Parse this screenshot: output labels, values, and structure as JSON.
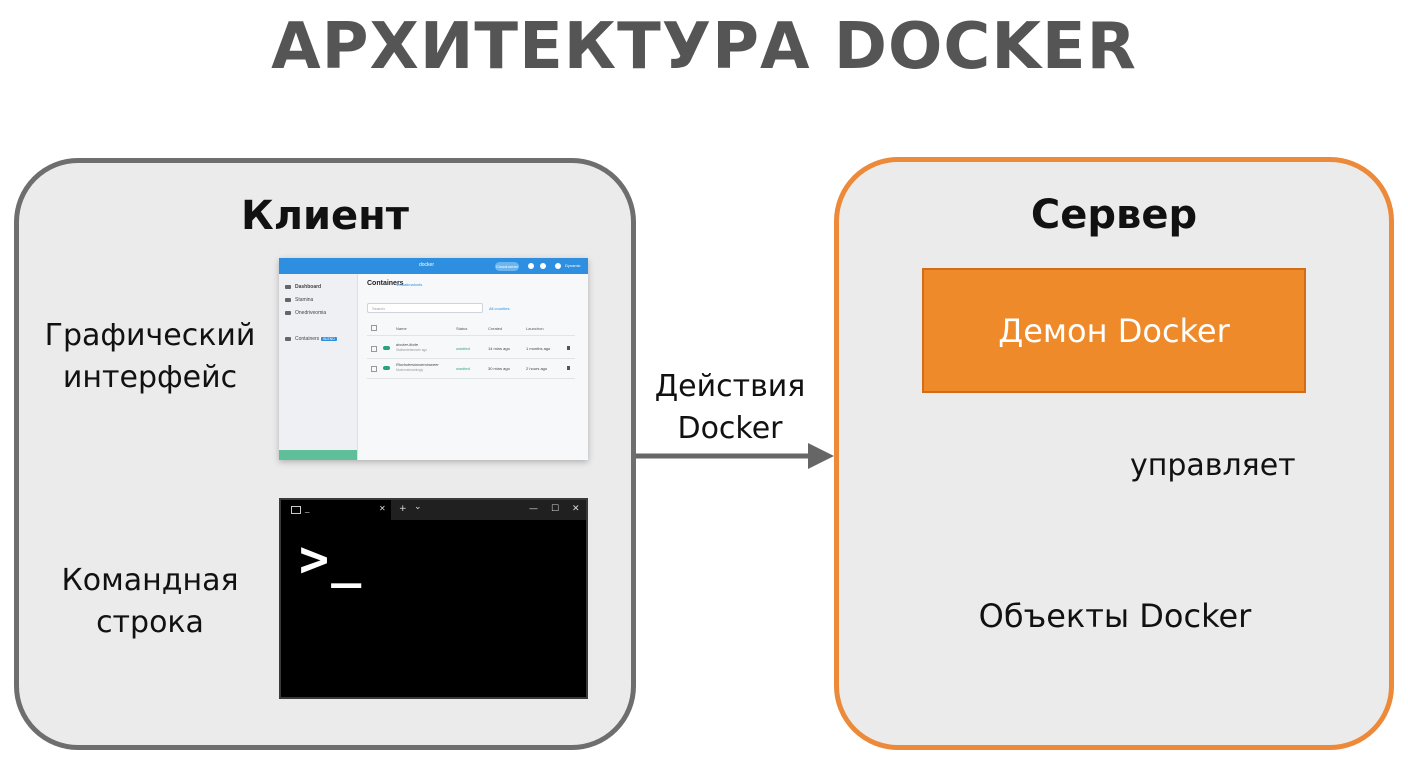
{
  "title": "АРХИТЕКТУРА DOCKER",
  "client": {
    "title": "Клиент",
    "gui_label": [
      "Графический",
      "интерфейс"
    ],
    "cli_label": [
      "Командная",
      "строка"
    ],
    "gui_mockup": {
      "brand": "docker",
      "top_button": "Cloudrunner",
      "user": "Dynamic",
      "sidebar": [
        {
          "label": "Dashboard",
          "icon": "whale-icon"
        },
        {
          "label": "Stamina",
          "icon": "box-icon"
        },
        {
          "label": "Onedriveomia",
          "icon": "disk-icon"
        },
        {
          "label": "Containers",
          "icon": "info-icon",
          "badge": "BLEND"
        }
      ],
      "heading": "Containers",
      "subheading": "Versatimalonts",
      "search_placeholder": "Search",
      "filter_link": "All counties",
      "columns": [
        "Name",
        "Status",
        "Created",
        "Launchon"
      ],
      "rows": [
        {
          "name": "docker-lthde",
          "sub": "Statherdetenewin ago",
          "status": "ownited",
          "created": "14 mins ago",
          "launched": "1 months ago"
        },
        {
          "name": "Rlochdersimweroinweer",
          "sub": "Modernstreamingly",
          "status": "ownited",
          "created": "30 mins ago",
          "launched": "2 hours ago"
        }
      ]
    },
    "terminal": {
      "tab_cursor": "_",
      "prompt": ">_",
      "controls": [
        "+",
        "⌄",
        "—",
        "☐",
        "✕"
      ]
    }
  },
  "arrow_label": [
    "Действия",
    "Docker"
  ],
  "server": {
    "title": "Сервер",
    "daemon": "Демон Docker",
    "relation": "управляет",
    "objects": "Объекты Docker"
  },
  "colors": {
    "client_border": "#6e6e6e",
    "server_border": "#ec8a3a",
    "daemon_fill": "#ef8a2b",
    "arrow_gray": "#666666"
  }
}
